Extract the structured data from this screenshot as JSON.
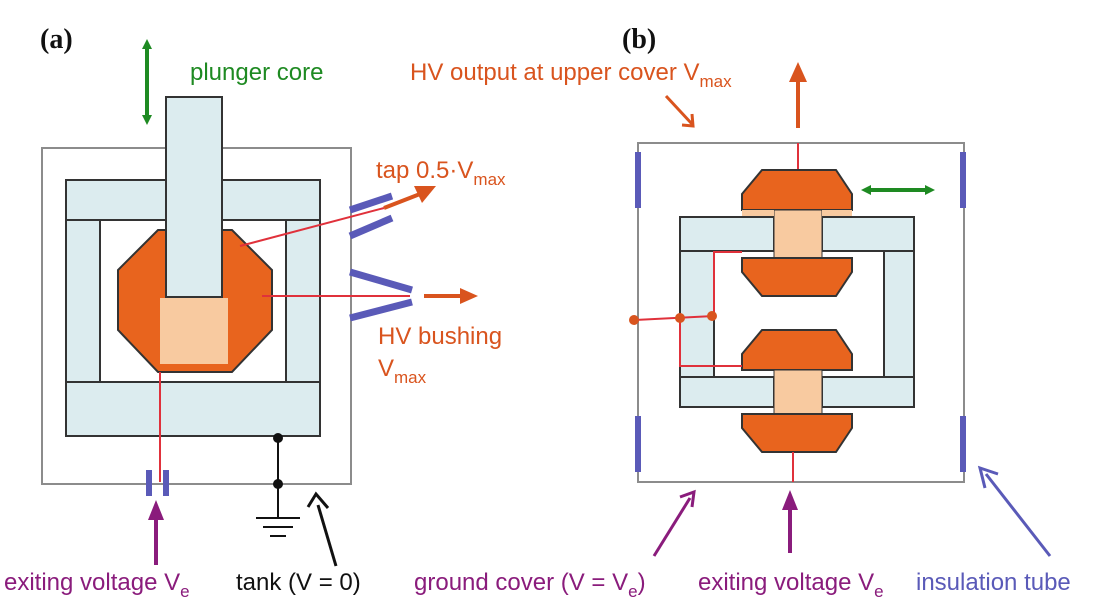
{
  "colors": {
    "core": "#dcecef",
    "core_stroke": "#333333",
    "winding": "#e8641e",
    "winding_inner": "#f8caa0",
    "red_wire": "#e0313b",
    "orange_label": "#d9541e",
    "green": "#1e8a22",
    "purple": "#8a1c7c",
    "blue": "#5a5ab8",
    "black": "#111111",
    "tank_stroke": "#8c8c8c"
  },
  "panel_a": {
    "letter": "(a)",
    "plunger_label": "plunger core",
    "tap_label": "tap 0.5·V",
    "tap_sub": "max",
    "bushing_label": "HV bushing",
    "bushing_v": "V",
    "bushing_sub": "max",
    "exciting_label": "exiting voltage V",
    "exciting_sub": "e",
    "tank_label": "tank (V = 0)"
  },
  "panel_b": {
    "letter": "(b)",
    "hv_output_label": "HV output at upper cover V",
    "hv_output_sub": "max",
    "ground_label": "ground cover (V = V",
    "ground_sub": "e",
    "ground_close": ")",
    "exciting_label": "exiting voltage V",
    "exciting_sub": "e",
    "insulation_label": "insulation tube"
  }
}
